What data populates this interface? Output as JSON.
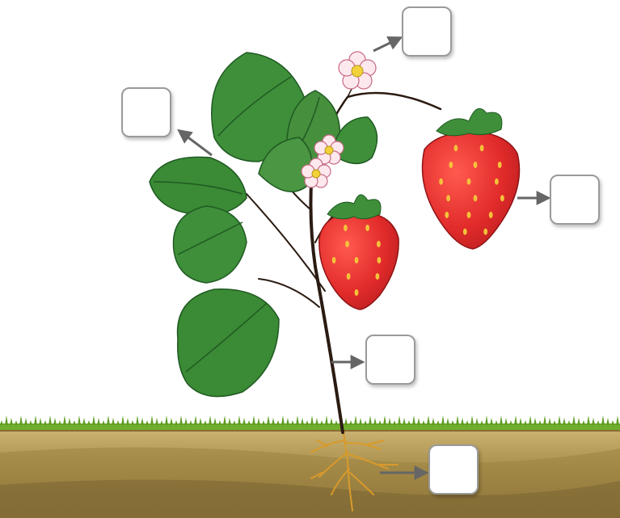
{
  "labels": [
    {
      "id": "flower",
      "text": ""
    },
    {
      "id": "leaf",
      "text": ""
    },
    {
      "id": "fruit",
      "text": ""
    },
    {
      "id": "stem",
      "text": ""
    },
    {
      "id": "root",
      "text": ""
    }
  ],
  "colors": {
    "leaf": "#3f8f3a",
    "leaf_dark": "#2a6a2a",
    "fruit": "#d8262b",
    "seed": "#f4c23b",
    "petal": "#fde8ee",
    "flower_center": "#f2d23a",
    "stem": "#2b1b12",
    "root": "#d99a2a",
    "grass": "#6fae2d",
    "soil_top": "#c7ae6a",
    "soil_bottom": "#7a6332",
    "arrow": "#666666",
    "box_border": "#9a9a9a"
  }
}
